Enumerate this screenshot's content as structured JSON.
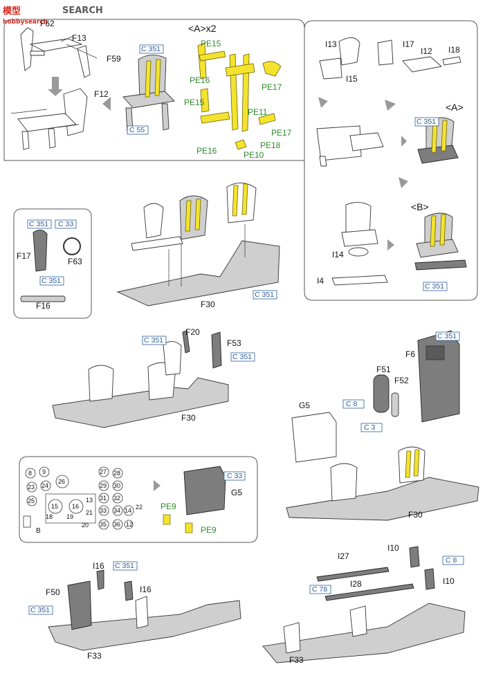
{
  "watermark": {
    "brand_cn": "模型",
    "brand_en": "SEARCH",
    "site": "hobbysearch"
  },
  "labels": {
    "F62": "F62",
    "F13": "F13",
    "F59": "F59",
    "F12": "F12",
    "A_x2": "<A>x2",
    "A": "<A>",
    "B": "<B>",
    "PE15a": "PE15",
    "PE16a": "PE16",
    "PE15b": "PE15",
    "PE16b": "PE16",
    "PE11": "PE11",
    "PE17a": "PE17",
    "PE17b": "PE17",
    "PE18": "PE18",
    "PE10": "PE10",
    "I13": "I13",
    "I15": "I15",
    "I17": "I17",
    "I12": "I12",
    "I18": "I18",
    "I14": "I14",
    "I4": "I4",
    "F17": "F17",
    "F63": "F63",
    "F16": "F16",
    "F30a": "F30",
    "F20": "F20",
    "F53": "F53",
    "F30b": "F30",
    "F6": "F6",
    "F51": "F51",
    "F52": "F52",
    "G5a": "G5",
    "F30c": "F30",
    "G5b": "G5",
    "PE9a": "PE9",
    "PE9b": "PE9",
    "Bmark": "B",
    "I16a": "I16",
    "I16b": "I16",
    "F50": "F50",
    "F33a": "F33",
    "I10a": "I10",
    "I10b": "I10",
    "I27": "I27",
    "I28": "I28",
    "F33b": "F33"
  },
  "callouts": {
    "c1": "C 351",
    "c2": "C 55",
    "c3": "C 351",
    "c4": "C 351",
    "c5": "C 33",
    "c6": "C 351",
    "c7": "C 351",
    "c8": "C 351",
    "c9": "C 351",
    "c10": "C 351",
    "c11": "C 351",
    "c12": "C 8",
    "c13": "C 3",
    "c14": "C 33",
    "c15": "C 351",
    "c16": "C 351",
    "c17": "C 8",
    "c18": "C 78"
  },
  "instrument_numbers": [
    "8",
    "9",
    "27",
    "28",
    "23",
    "24",
    "26",
    "29",
    "30",
    "25",
    "31",
    "32",
    "13",
    "15",
    "16",
    "33",
    "34",
    "14",
    "22",
    "18",
    "19",
    "21",
    "20",
    "35",
    "36",
    "12"
  ],
  "colors": {
    "paint_callout": "#2a5d9a",
    "photo_etch": "#2f8a2a",
    "belt_yellow": "#f4e32e",
    "watermark_red": "#d62a1e"
  }
}
